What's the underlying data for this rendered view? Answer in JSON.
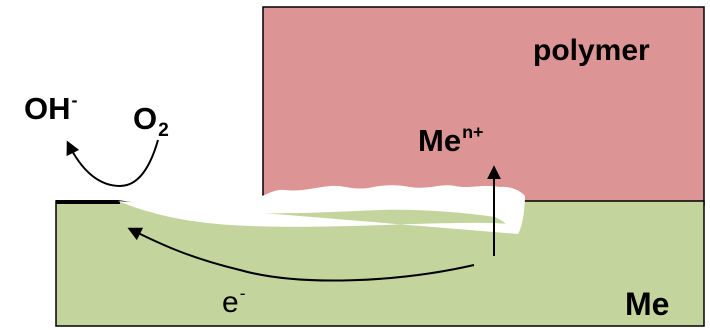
{
  "labels": {
    "polymer": "polymer",
    "metal": "Me",
    "oh": "OH",
    "oh_charge": "-",
    "oxygen": "O",
    "oxygen_subscript": "2",
    "ion": "Me",
    "ion_charge": "n+",
    "electron": "e",
    "electron_charge": "-"
  },
  "colors": {
    "polymer": "#dc9494",
    "metal": "#c3d59d",
    "defect": "#ffffff",
    "lines": "#000000"
  }
}
